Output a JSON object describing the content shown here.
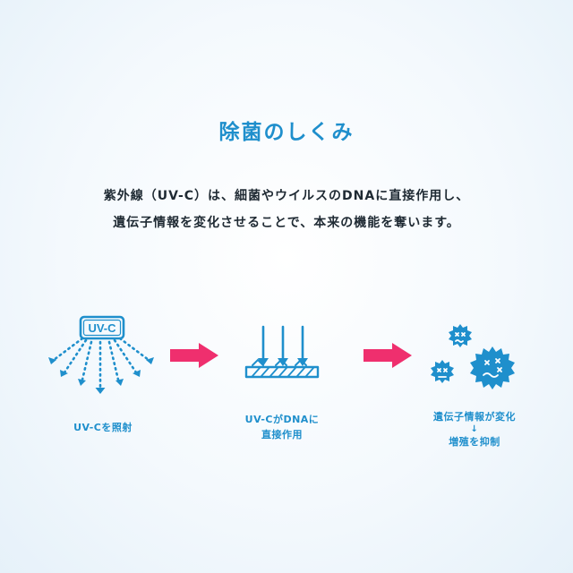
{
  "colors": {
    "accent": "#1f8fcc",
    "arrow": "#ef2f6e",
    "text": "#1f2a33"
  },
  "title": "除菌のしくみ",
  "description": {
    "line1": "紫外線（UV-C）は、細菌やウイルスのDNAに直接作用し、",
    "line2": "遺伝子情報を変化させることで、本来の機能を奪います。"
  },
  "steps": [
    {
      "icon": "uv-lamp-icon",
      "badge": "UV-C",
      "caption": [
        "UV-Cを照射"
      ]
    },
    {
      "icon": "dna-surface-icon",
      "caption": [
        "UV-CがDNAに",
        "直接作用"
      ]
    },
    {
      "icon": "virus-icon",
      "caption": [
        "遺伝子情報が変化",
        "↓",
        "増殖を抑制"
      ]
    }
  ]
}
